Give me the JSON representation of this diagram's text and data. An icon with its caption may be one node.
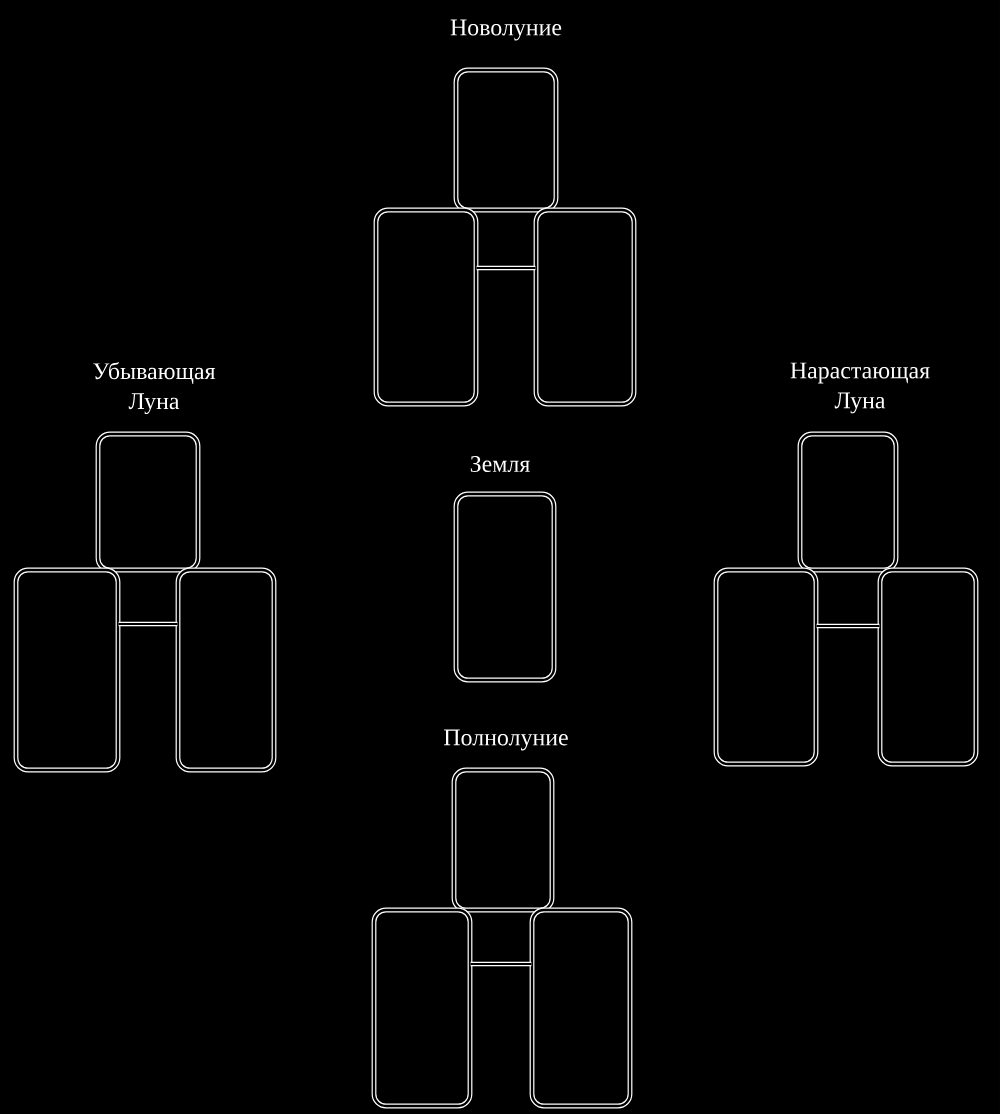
{
  "diagram": {
    "nodes": [
      {
        "text": [],
        "shape": "box"
      },
      {
        "text": [],
        "shape": "box"
      },
      {
        "text": [],
        "shape": "box"
      },
      {
        "text": [],
        "shape": "box"
      },
      {
        "text": [],
        "shape": "box"
      },
      {
        "text": [],
        "shape": "box"
      },
      {
        "text": [],
        "shape": "box"
      },
      {
        "text": [],
        "shape": "box"
      },
      {
        "text": [],
        "shape": "box"
      },
      {
        "text": [],
        "shape": "box"
      },
      {
        "text": [],
        "shape": "box"
      },
      {
        "text": [],
        "shape": "box"
      },
      {
        "text": [],
        "shape": "box"
      }
    ],
    "edges": [
      {
        "from": 1,
        "to": 2,
        "arrow": "none"
      },
      {
        "from": 4,
        "to": 5,
        "arrow": "none"
      },
      {
        "from": 8,
        "to": 9,
        "arrow": "none"
      },
      {
        "from": 11,
        "to": 12,
        "arrow": "none"
      }
    ],
    "labels": [
      "Новолуние",
      "Убывающая Луна",
      "Нарастающая Луна",
      "Земля",
      "Полнолуние"
    ]
  }
}
